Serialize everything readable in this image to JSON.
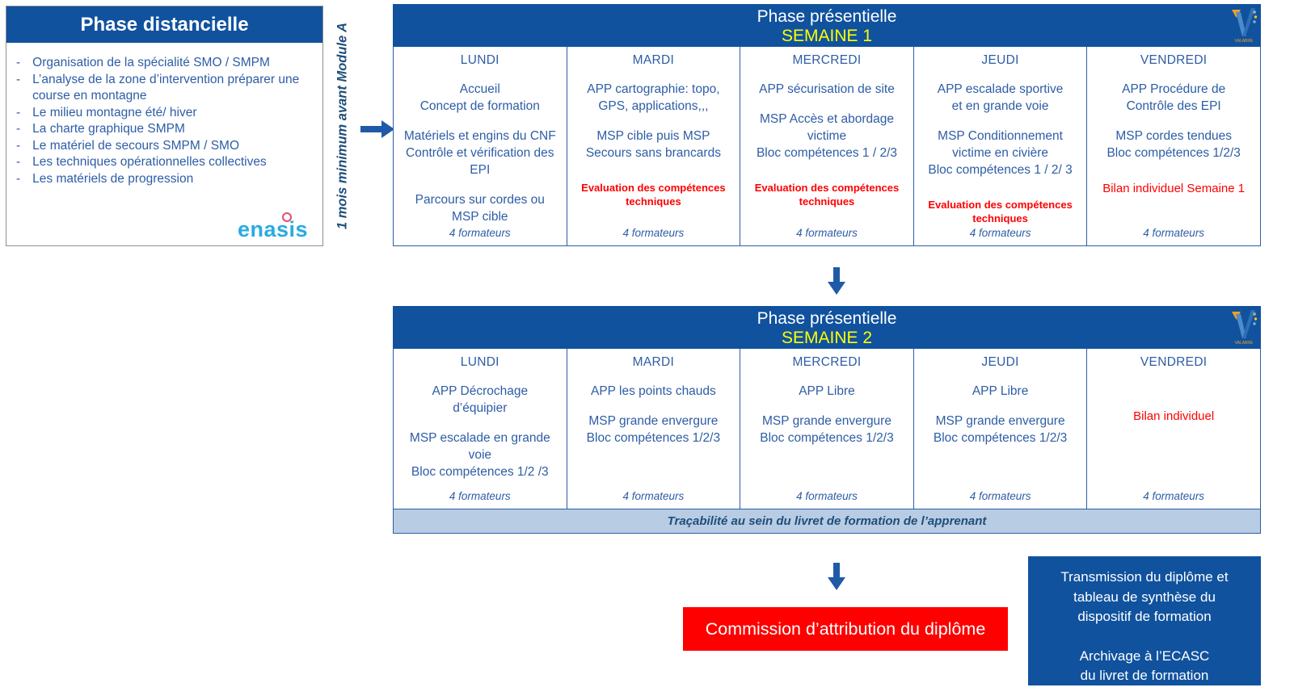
{
  "colors": {
    "header_blue": "#10529E",
    "text_blue": "#2D5DA6",
    "dark_blue": "#1F4E79",
    "accent_yellow": "#FFFF00",
    "alert_red": "#FF0000",
    "trace_bar_bg": "#B8CCE4",
    "enasis_blue": "#29ABE2",
    "valabre_orange": "#F2A01C"
  },
  "distance_phase": {
    "title": "Phase distancielle",
    "items": [
      "Organisation de la spécialité SMO / SMPM",
      "L’analyse de la zone d’intervention préparer une course en montagne",
      "Le milieu montagne été/ hiver",
      "La charte graphique SMPM",
      "Le matériel de secours  SMPM / SMO",
      "Les techniques opérationnelles collectives",
      "Les matériels de progression"
    ],
    "logo": "enasis"
  },
  "transition_note": "1 mois minimum  avant Module A",
  "logos": {
    "valabre": "VALABRE"
  },
  "week1": {
    "title": "Phase présentielle",
    "subtitle": "SEMAINE 1",
    "days": [
      {
        "label": "LUNDI",
        "g1": "Accueil\nConcept de formation",
        "g2": "Matériels et engins du CNF\nContrôle et vérification des EPI",
        "g3": "Parcours sur cordes ou\nMSP  cible",
        "red": "",
        "footer": "4 formateurs"
      },
      {
        "label": "MARDI",
        "g1": "APP cartographie: topo,\nGPS, applications,,,",
        "g2": "MSP  cible puis MSP\nSecours sans brancards",
        "g3": "",
        "red": "Evaluation des compétences\ntechniques",
        "footer": "4 formateurs"
      },
      {
        "label": "MERCREDI",
        "g1": "APP sécurisation de site",
        "g2": "MSP Accès et abordage\nvictime\nBloc compétences 1 / 2/3",
        "g3": "",
        "red": "Evaluation des compétences\ntechniques",
        "footer": "4 formateurs"
      },
      {
        "label": "JEUDI",
        "g1": "APP escalade sportive\net en grande voie",
        "g2": "MSP Conditionnement\nvictime en civière\nBloc compétences 1 / 2/ 3",
        "g3": "",
        "red": "Evaluation des compétences\ntechniques",
        "footer": "4 formateurs"
      },
      {
        "label": "VENDREDI",
        "g1": "APP Procédure de\nContrôle des EPI",
        "g2": "MSP cordes tendues\nBloc compétences 1/2/3",
        "g3": "",
        "red": "Bilan individuel Semaine 1",
        "footer": "4 formateurs"
      }
    ]
  },
  "week2": {
    "title": "Phase présentielle",
    "subtitle": "SEMAINE 2",
    "days": [
      {
        "label": "LUNDI",
        "g1": "APP Décrochage\nd’équipier",
        "g2": "MSP escalade en grande\nvoie\nBloc compétences 1/2 /3",
        "g3": "",
        "red": "",
        "footer": "4 formateurs"
      },
      {
        "label": "MARDI",
        "g1": "APP les points chauds",
        "g2": "MSP grande envergure\nBloc compétences 1/2/3",
        "g3": "",
        "red": "",
        "footer": "4 formateurs"
      },
      {
        "label": "MERCREDI",
        "g1": "APP Libre",
        "g2": "MSP grande envergure\nBloc compétences 1/2/3",
        "g3": "",
        "red": "",
        "footer": "4 formateurs"
      },
      {
        "label": "JEUDI",
        "g1": "APP Libre",
        "g2": "MSP grande envergure\nBloc compétences 1/2/3",
        "g3": "",
        "red": "",
        "footer": "4 formateurs"
      },
      {
        "label": "VENDREDI",
        "g1": "",
        "g2": "",
        "g3": "",
        "red": "Bilan individuel",
        "footer": "4 formateurs"
      }
    ],
    "traceability": "Traçabilité au sein du livret de formation de l’apprenant"
  },
  "commission_label": "Commission d’attribution du diplôme",
  "final_box": {
    "paragraph1": "Transmission du diplôme et\ntableau de synthèse du\ndispositif de formation",
    "paragraph2": "Archivage à l’ECASC\ndu livret de formation"
  }
}
